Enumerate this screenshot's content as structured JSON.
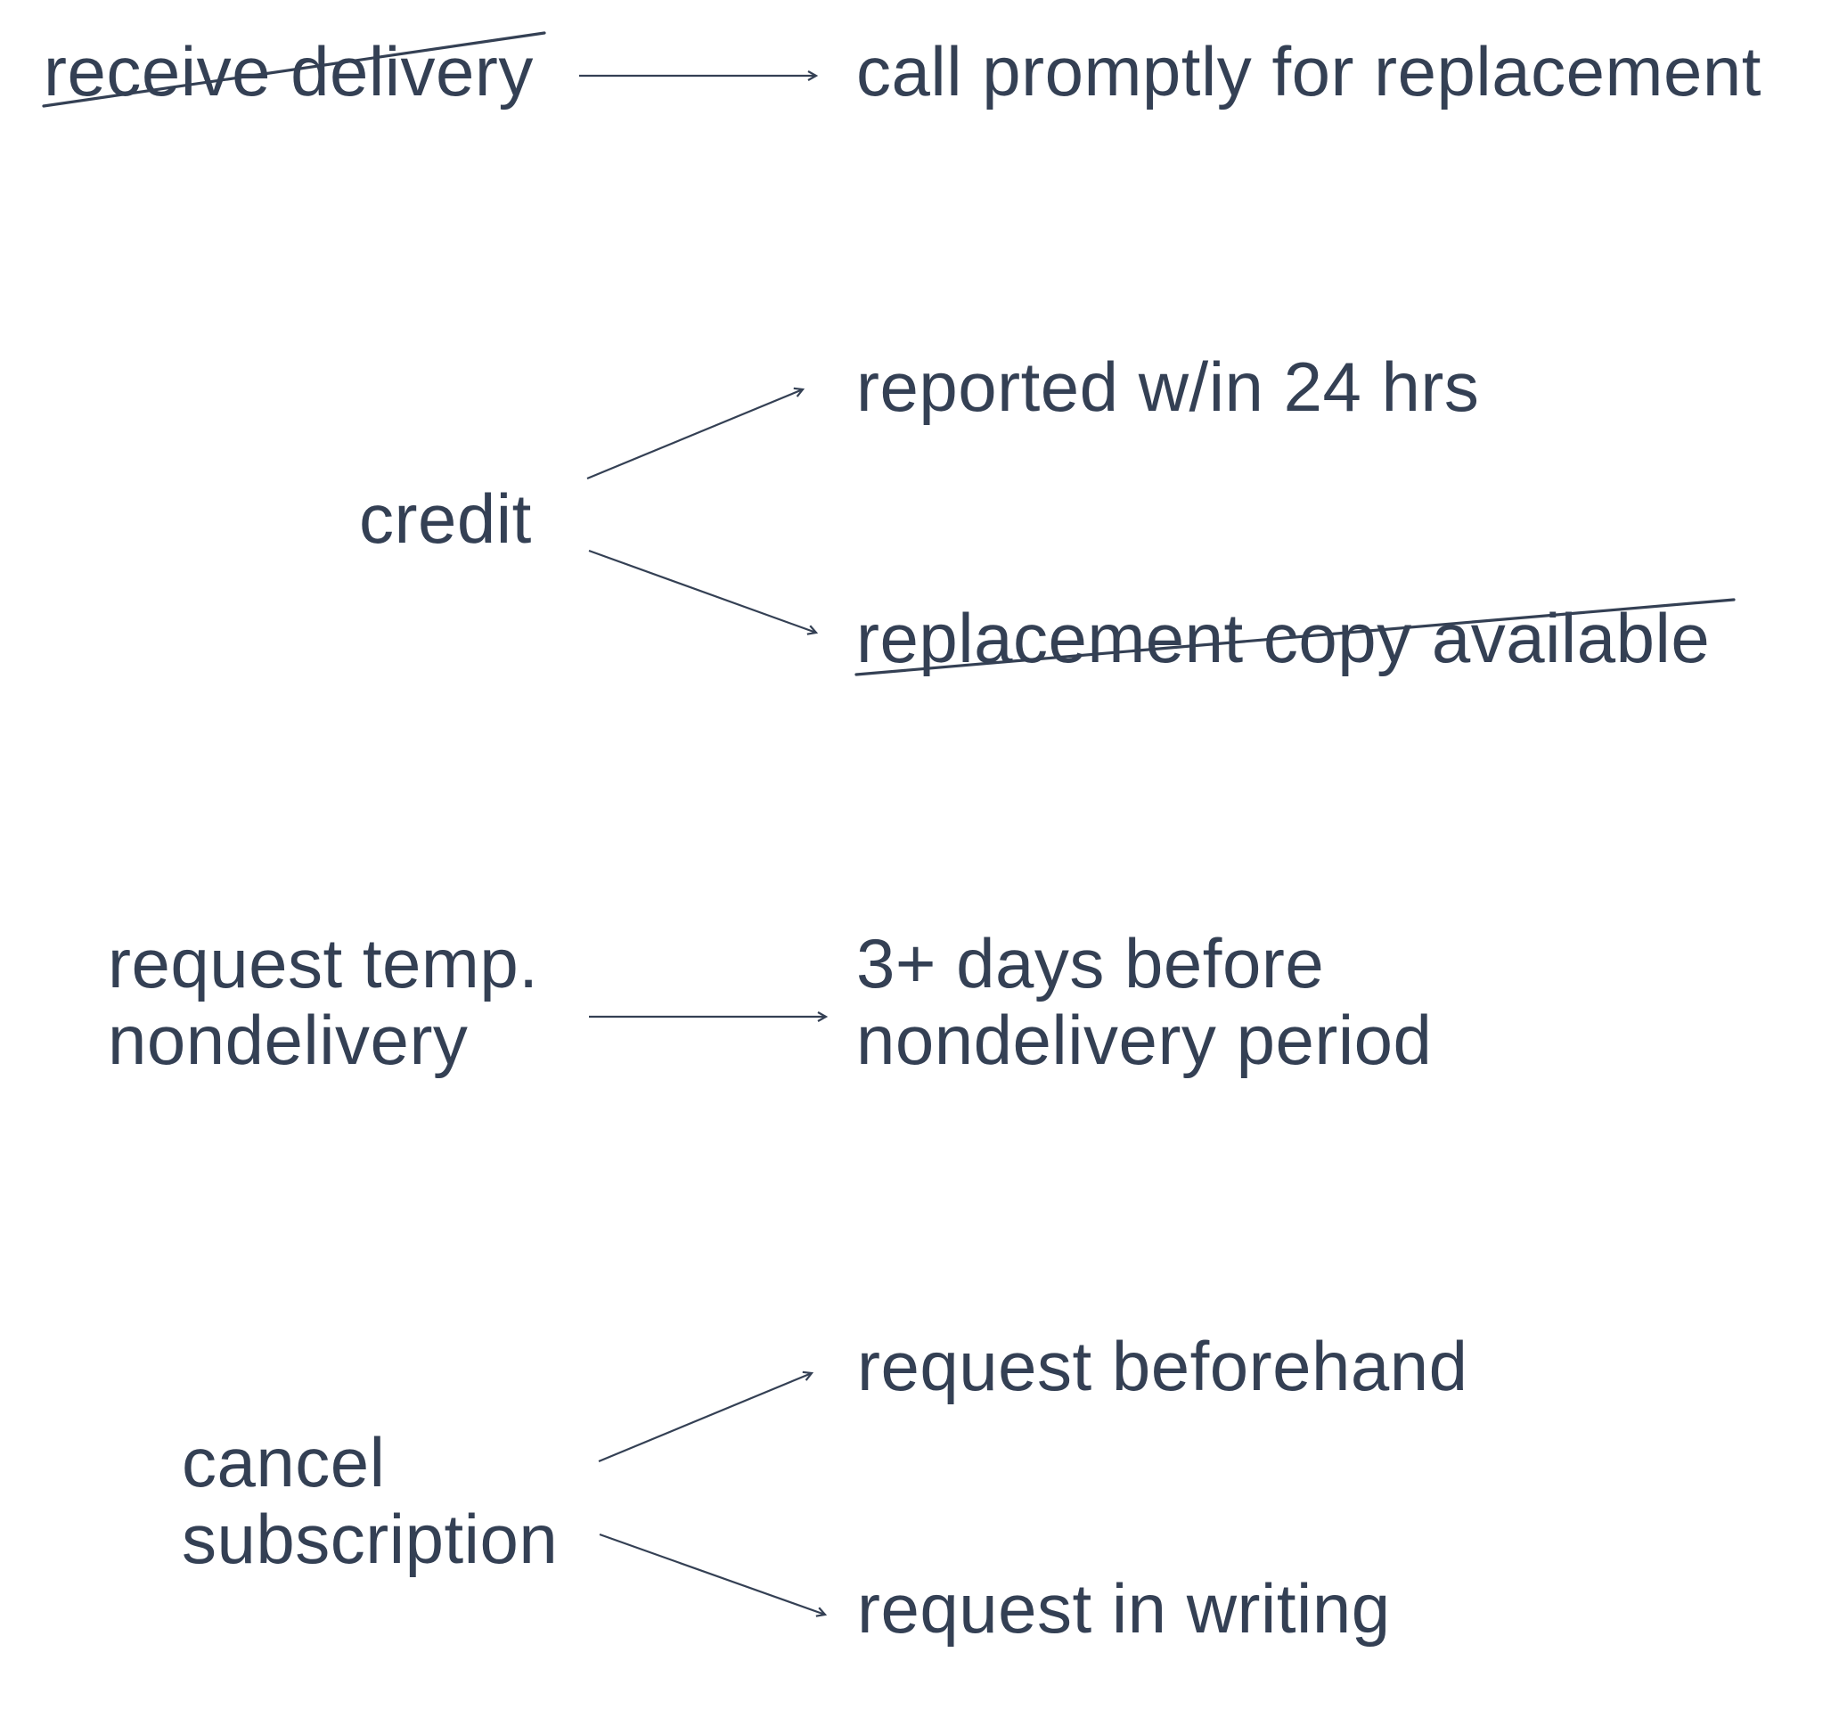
{
  "colors": {
    "ink": "#344054",
    "background": "#ffffff"
  },
  "rows": [
    {
      "id": "receive-delivery",
      "source": {
        "lines": [
          "receive delivery"
        ],
        "struck_through": true
      },
      "targets": [
        {
          "lines": [
            "call promptly for replacement"
          ],
          "struck_through": false
        }
      ]
    },
    {
      "id": "credit",
      "source": {
        "lines": [
          "credit"
        ],
        "struck_through": false
      },
      "targets": [
        {
          "lines": [
            "reported w/in 24 hrs"
          ],
          "struck_through": false
        },
        {
          "lines": [
            "replacement copy available"
          ],
          "struck_through": true
        }
      ]
    },
    {
      "id": "temp-nondelivery",
      "source": {
        "lines": [
          "request temp.",
          "nondelivery"
        ],
        "struck_through": false
      },
      "targets": [
        {
          "lines": [
            "3+ days before",
            "nondelivery period"
          ],
          "struck_through": false
        }
      ]
    },
    {
      "id": "cancel-subscription",
      "source": {
        "lines": [
          "cancel",
          "subscription"
        ],
        "struck_through": false
      },
      "targets": [
        {
          "lines": [
            "request beforehand"
          ],
          "struck_through": false
        },
        {
          "lines": [
            "request in writing"
          ],
          "struck_through": false
        }
      ]
    }
  ]
}
